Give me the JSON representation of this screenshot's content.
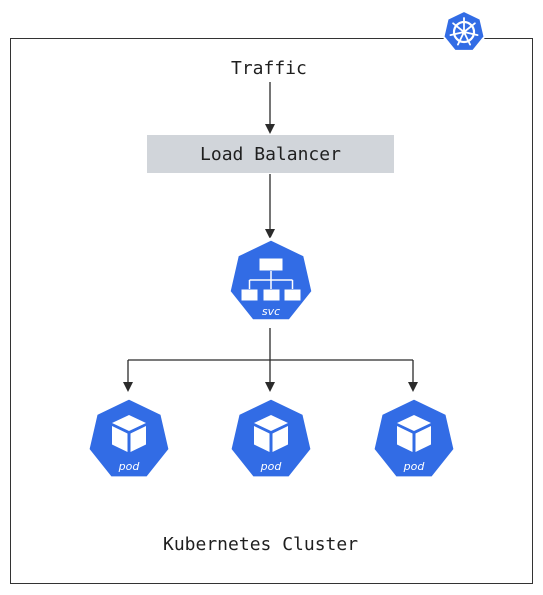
{
  "diagram": {
    "cluster_label": "Kubernetes Cluster",
    "traffic_label": "Traffic",
    "load_balancer_label": "Load Balancer",
    "service": {
      "label": "svc"
    },
    "pods": [
      {
        "label": "pod"
      },
      {
        "label": "pod"
      },
      {
        "label": "pod"
      }
    ]
  },
  "colors": {
    "kube_blue": "#326ce5",
    "lb_fill": "#d1d5da",
    "line": "#2b2b2b"
  },
  "icons": [
    "kubernetes-logo-icon",
    "service-icon",
    "pod-icon"
  ]
}
